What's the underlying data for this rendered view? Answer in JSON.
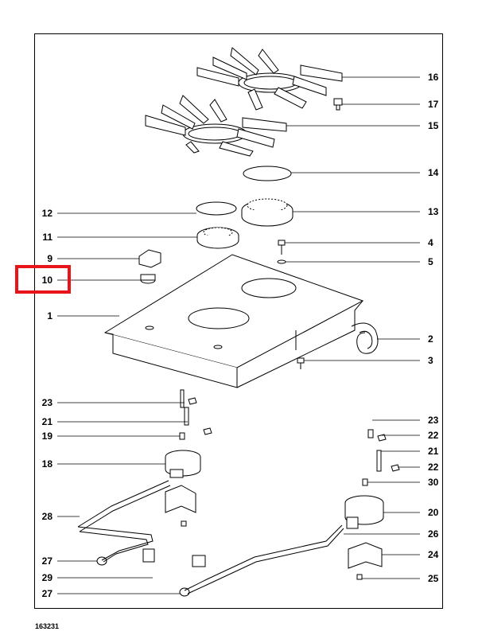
{
  "document_id": "163231",
  "highlighted_label": "10",
  "highlight_color": "#e8141a",
  "callouts": {
    "c16": "16",
    "c17": "17",
    "c15": "15",
    "c14": "14",
    "c13": "13",
    "c12": "12",
    "c11": "11",
    "c4": "4",
    "c9": "9",
    "c5": "5",
    "c10": "10",
    "c1": "1",
    "c2": "2",
    "c3": "3",
    "c23a": "23",
    "c21a": "21",
    "c19": "19",
    "c18": "18",
    "c23b": "23",
    "c22a": "22",
    "c21b": "21",
    "c22b": "22",
    "c30": "30",
    "c20": "20",
    "c28": "28",
    "c26": "26",
    "c24": "24",
    "c27a": "27",
    "c29": "29",
    "c25": "25",
    "c27b": "27"
  }
}
